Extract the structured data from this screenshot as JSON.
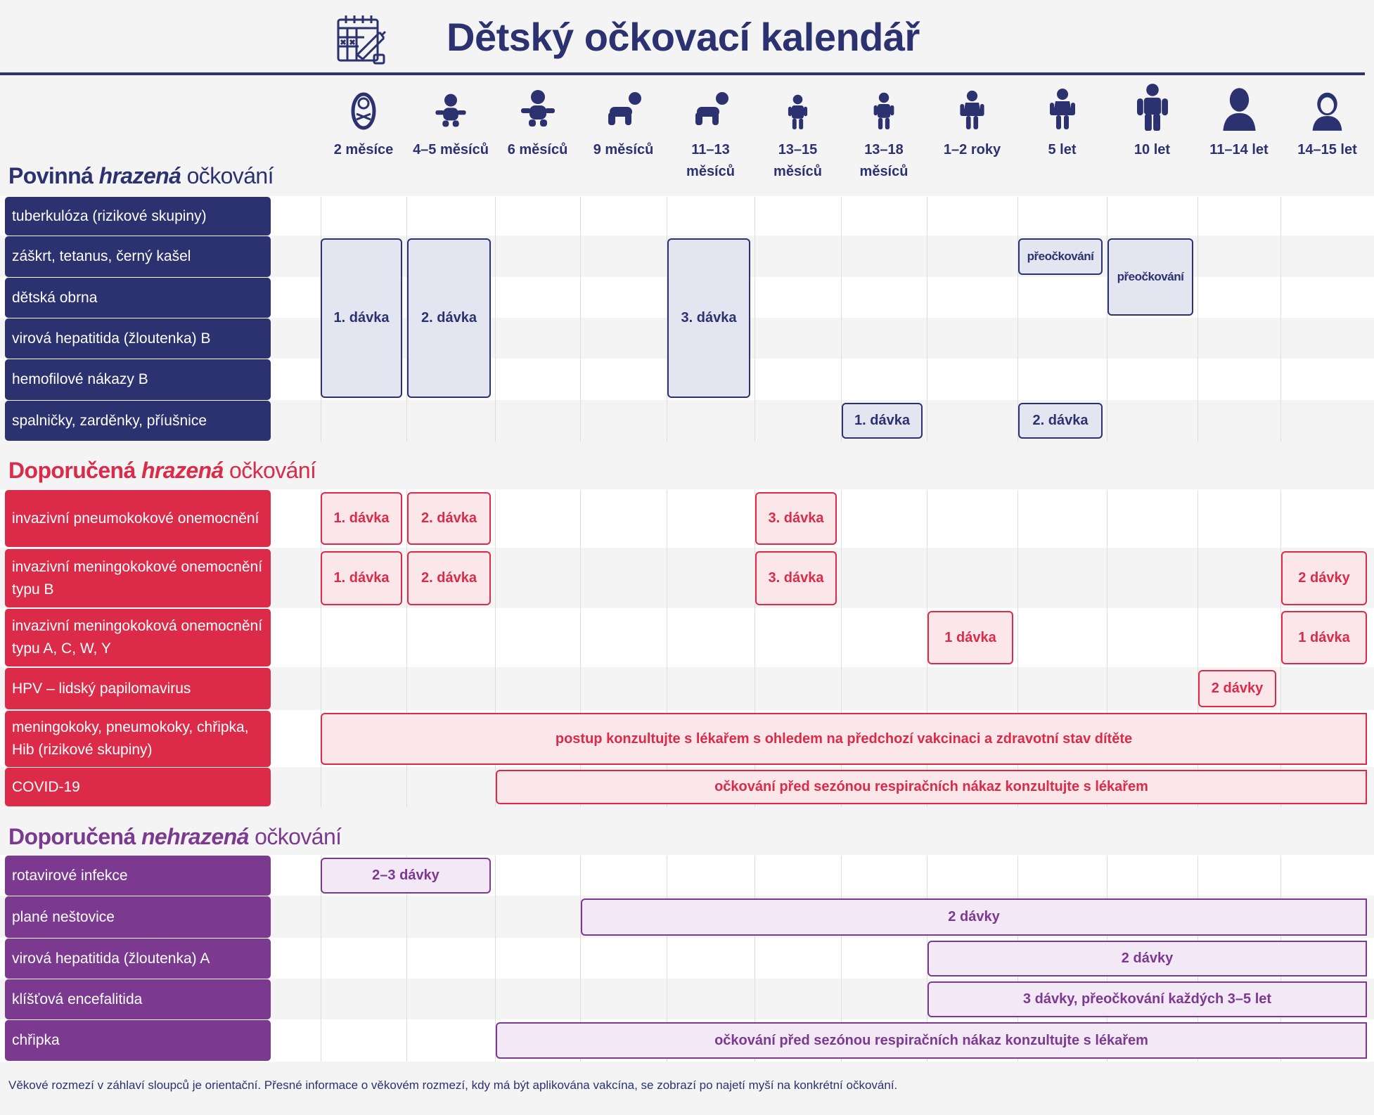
{
  "title": "Dětský očkovací kalendář",
  "ages": [
    "2 měsíce",
    "4–5 měsíců",
    "6 měsíců",
    "9 měsíců",
    "11–13 měsíců",
    "13–15 měsíců",
    "13–18 měsíců",
    "1–2 roky",
    "5 let",
    "10 let",
    "11–14 let",
    "14–15 let"
  ],
  "sections": {
    "mandatory": {
      "part1": "Povinná",
      "part2": "hrazená",
      "part3": "očkování",
      "color": "#2c3170"
    },
    "recommended_paid": {
      "part1": "Doporučená",
      "part2": "hrazená",
      "part3": "očkování",
      "color": "#db2b48"
    },
    "recommended_unpaid": {
      "part1": "Doporučená",
      "part2": "nehrazená",
      "part3": "očkování",
      "color": "#7b3a8f"
    }
  },
  "rows": [
    "tuberkulóza (rizikové skupiny)",
    "záškrt, tetanus, černý kašel",
    "dětská obrna",
    "virová hepatitida (žloutenka) B",
    "hemofilové nákazy B",
    "spalničky, zarděnky, příušnice",
    "invazivní pneumokokové onemocnění",
    "invazivní meningokokové onemocnění typu B",
    "invazivní meningokoková onemocnění typu A, C, W, Y",
    "HPV – lidský papilomavirus",
    "meningokoky, pneumokoky, chřipka, Hib (rizikové skupiny)",
    "COVID-19",
    "rotavirové infekce",
    "plané neštovice",
    "virová hepatitida (žloutenka) A",
    "klíšťová encefalitida",
    "chřipka"
  ],
  "entries": [
    {
      "row": 1,
      "row_end": 4,
      "col": 0,
      "col_end": 0,
      "label": "1. dávka",
      "color": "blue"
    },
    {
      "row": 1,
      "row_end": 4,
      "col": 1,
      "col_end": 1,
      "label": "2. dávka",
      "color": "blue"
    },
    {
      "row": 1,
      "row_end": 4,
      "col": 4,
      "col_end": 4,
      "label": "3. dávka",
      "color": "blue"
    },
    {
      "row": 1,
      "row_end": 1,
      "col": 8,
      "col_end": 8,
      "label": "přeočkování",
      "color": "blue"
    },
    {
      "row": 1,
      "row_end": 2,
      "col": 9,
      "col_end": 9,
      "label": "přeočkování",
      "color": "blue"
    },
    {
      "row": 5,
      "row_end": 5,
      "col": 6,
      "col_end": 6,
      "label": "1. dávka",
      "color": "blue"
    },
    {
      "row": 5,
      "row_end": 5,
      "col": 8,
      "col_end": 8,
      "label": "2. dávka",
      "color": "blue"
    },
    {
      "row": 6,
      "row_end": 6,
      "col": 0,
      "col_end": 0,
      "label": "1. dávka",
      "color": "red"
    },
    {
      "row": 6,
      "row_end": 6,
      "col": 1,
      "col_end": 1,
      "label": "2. dávka",
      "color": "red"
    },
    {
      "row": 6,
      "row_end": 6,
      "col": 5,
      "col_end": 5,
      "label": "3. dávka",
      "color": "red"
    },
    {
      "row": 7,
      "row_end": 7,
      "col": 0,
      "col_end": 0,
      "label": "1. dávka",
      "color": "red"
    },
    {
      "row": 7,
      "row_end": 7,
      "col": 1,
      "col_end": 1,
      "label": "2. dávka",
      "color": "red"
    },
    {
      "row": 7,
      "row_end": 7,
      "col": 5,
      "col_end": 5,
      "label": "3. dávka",
      "color": "red"
    },
    {
      "row": 7,
      "row_end": 7,
      "col": 11,
      "col_end": 11,
      "label": "2 dávky",
      "color": "red"
    },
    {
      "row": 8,
      "row_end": 8,
      "col": 7,
      "col_end": 7,
      "label": "1 dávka",
      "color": "red"
    },
    {
      "row": 8,
      "row_end": 8,
      "col": 11,
      "col_end": 11,
      "label": "1 dávka",
      "color": "red"
    },
    {
      "row": 9,
      "row_end": 9,
      "col": 10,
      "col_end": 10,
      "label": "2 dávky",
      "color": "red"
    },
    {
      "row": 10,
      "row_end": 10,
      "col": 0,
      "col_end": 11,
      "label": "postup konzultujte s lékařem s ohledem na předchozí vakcinaci a zdravotní stav dítěte",
      "color": "red"
    },
    {
      "row": 11,
      "row_end": 11,
      "col": 2,
      "col_end": 11,
      "label": "očkování před sezónou respiračních nákaz konzultujte s lékařem",
      "color": "red"
    },
    {
      "row": 12,
      "row_end": 12,
      "col": 0,
      "col_end": 1,
      "label": "2–3 dávky",
      "color": "purple"
    },
    {
      "row": 13,
      "row_end": 13,
      "col": 3,
      "col_end": 11,
      "label": "2 dávky",
      "color": "purple"
    },
    {
      "row": 14,
      "row_end": 14,
      "col": 7,
      "col_end": 11,
      "label": "2 dávky",
      "color": "purple"
    },
    {
      "row": 15,
      "row_end": 15,
      "col": 7,
      "col_end": 11,
      "label": "3 dávky, přeočkování každých 3–5 let",
      "color": "purple"
    },
    {
      "row": 16,
      "row_end": 16,
      "col": 2,
      "col_end": 11,
      "label": "očkování před sezónou respiračních nákaz konzultujte s lékařem",
      "color": "purple"
    }
  ],
  "footnote": "Věkové rozmezí v záhlaví sloupců je orientační. Přesné informace o věkovém rozmezí, kdy má být aplikována vakcína, se zobrazí po najetí myší na konkrétní očkování.",
  "icons": [
    "calendar-syringe-icon",
    "newborn-icon",
    "baby-icon",
    "infant-icon",
    "crawling-baby-icon",
    "toddler-icon",
    "child-icon",
    "boy-icon",
    "teen-icon"
  ]
}
